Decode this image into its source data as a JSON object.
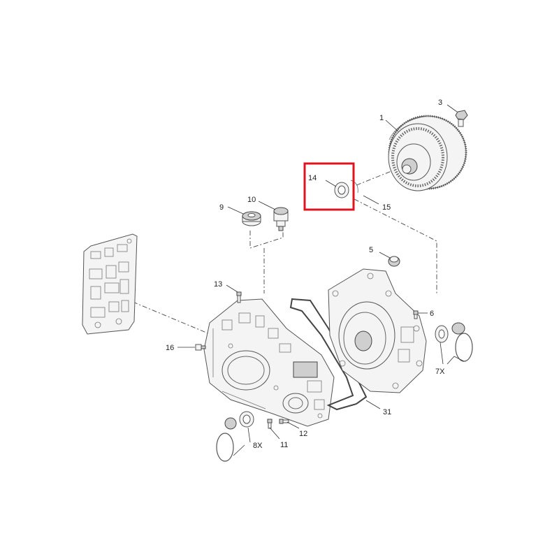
{
  "callouts": {
    "c1": "1",
    "c3": "3",
    "c5": "5",
    "c6": "6",
    "c7x": "7X",
    "c8x": "8X",
    "c9": "9",
    "c10": "10",
    "c11": "11",
    "c12": "12",
    "c13": "13",
    "c14": "14",
    "c15": "15",
    "c16": "16",
    "c31": "31"
  },
  "highlight": {
    "color": "#e0141e",
    "target": "14"
  }
}
